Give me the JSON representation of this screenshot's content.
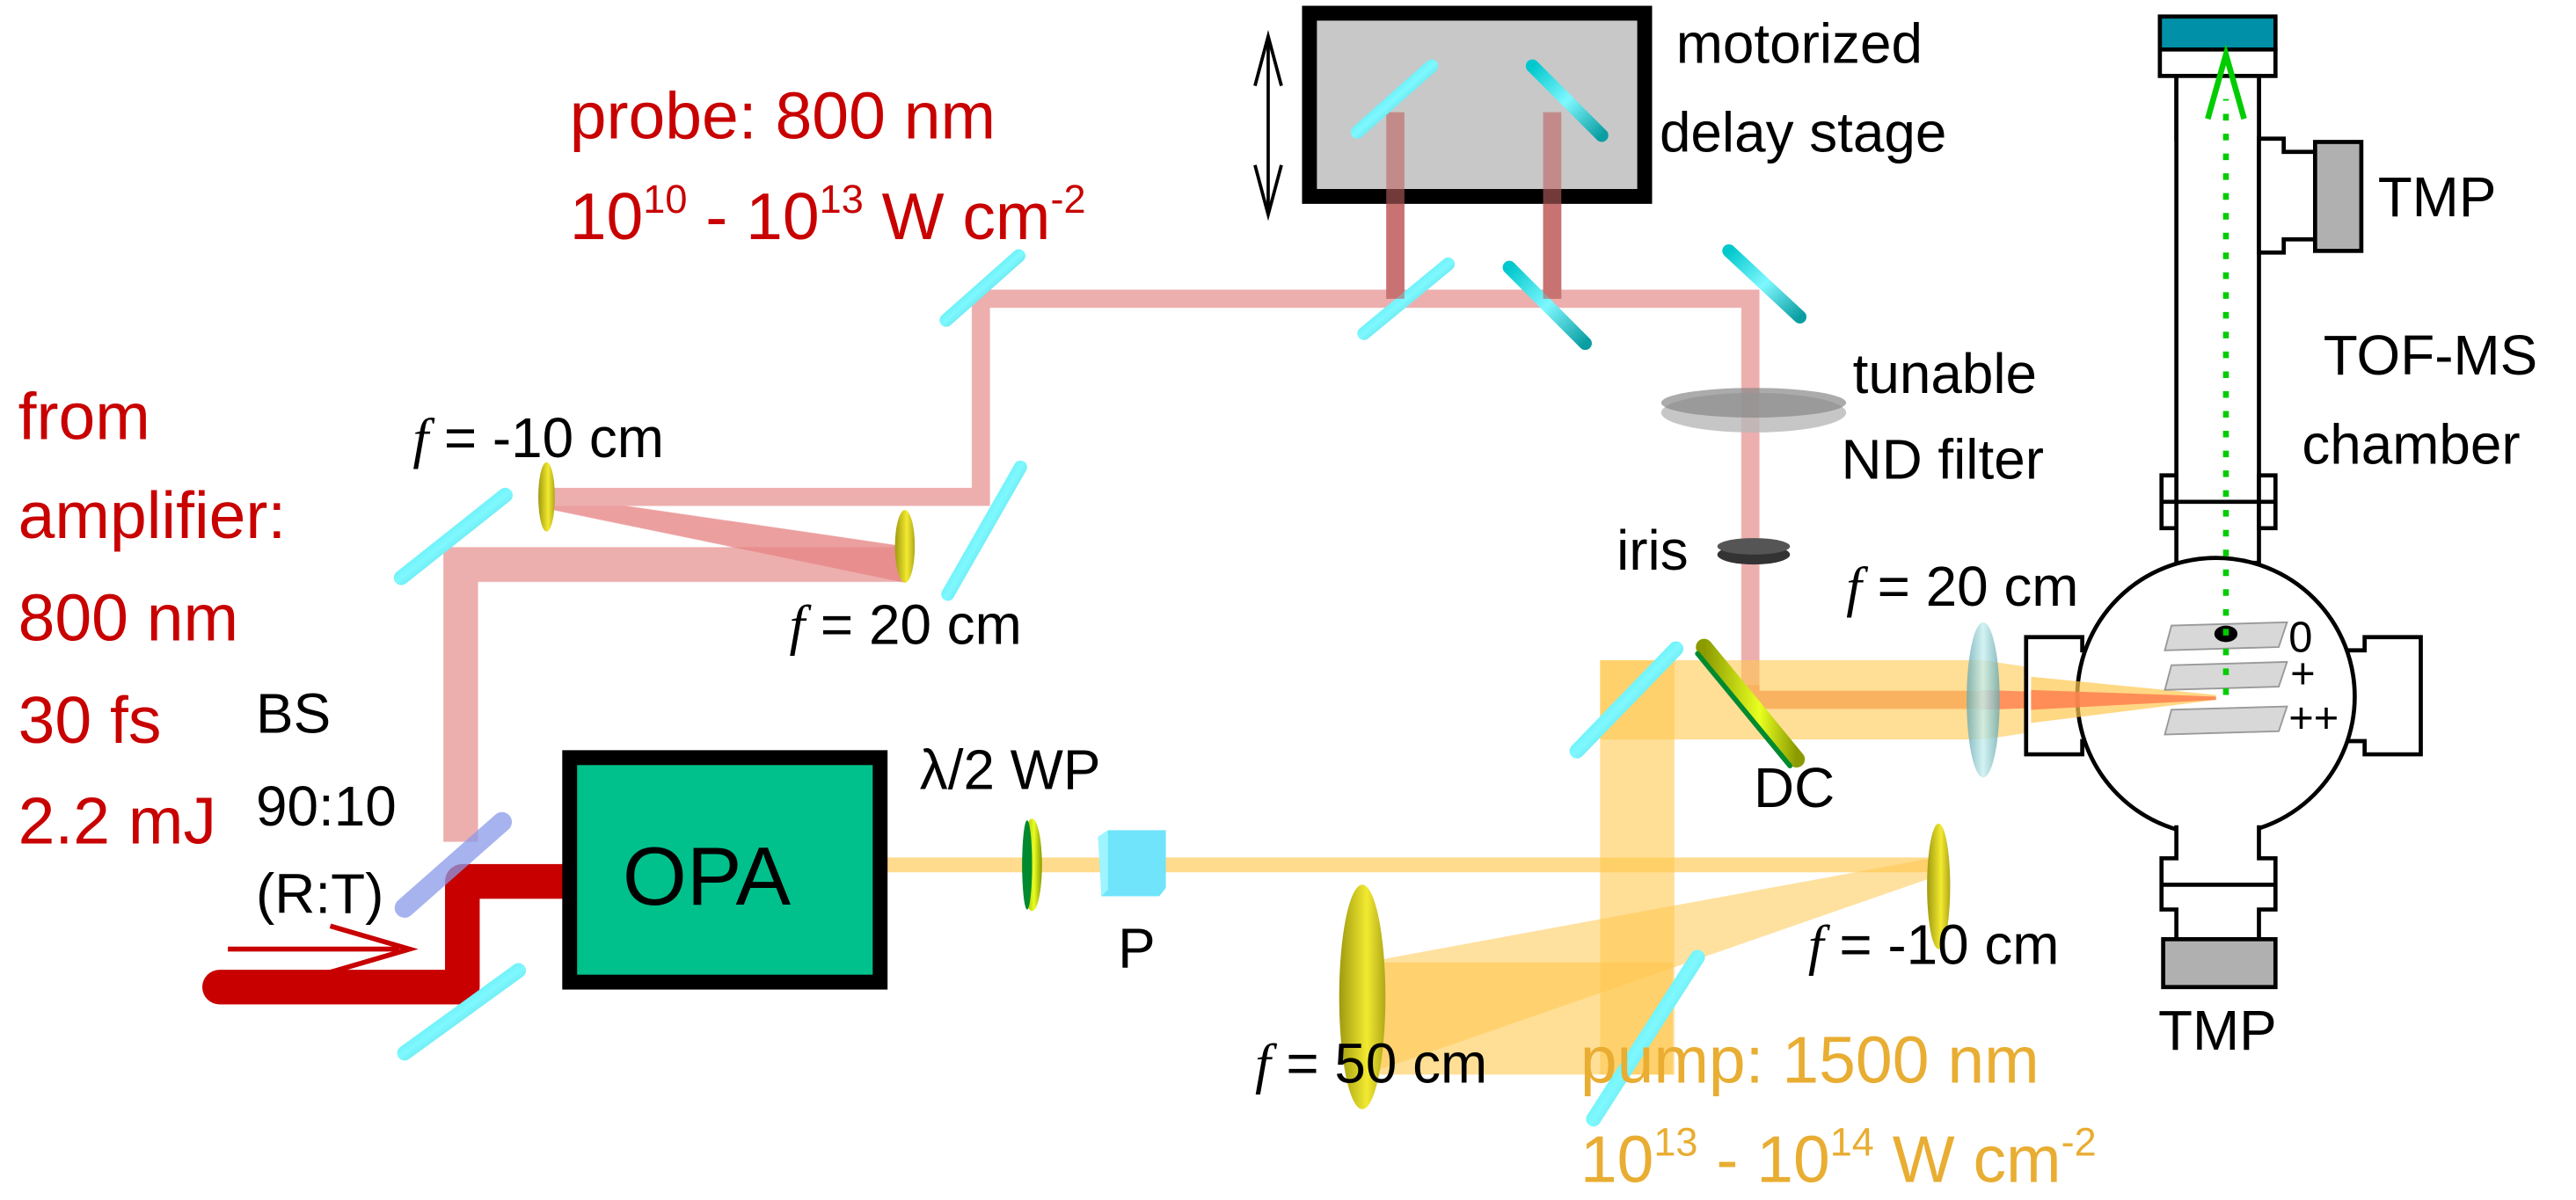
{
  "figure": {
    "title": "Pump-probe setup with TOF-MS chamber",
    "colors": {
      "probe_text": "#c80000",
      "pump_text": "#e8ad32",
      "amplifier_beam": "#c80000",
      "probe_beam": "#eaa0a0",
      "pump_beam": "#ffc850",
      "mirror": "#1fc8cc",
      "lens": "#d8c820",
      "opa_fill": "#00c08c",
      "stage_fill": "#c8c8c8",
      "tmp_fill": "#b0b0b0",
      "detector_fill": "#0090a8",
      "ion_path": "#00cc00"
    }
  },
  "source": {
    "line1": "from",
    "line2": "amplifier:",
    "line3": "800 nm",
    "line4": "30 fs",
    "line5": "2.2 mJ"
  },
  "beamsplitter": {
    "line1": "BS",
    "line2": "90:10",
    "line3": "(R:T)"
  },
  "opa": {
    "label": "OPA"
  },
  "probe": {
    "title": "probe: 800 nm",
    "intensity_base1": "10",
    "intensity_exp1": "10",
    "intensity_sep": " - 10",
    "intensity_exp2": "13",
    "intensity_unit": " W cm",
    "intensity_unit_exp": "-2"
  },
  "pump": {
    "title": "pump: 1500 nm",
    "intensity_base1": "10",
    "intensity_exp1": "13",
    "intensity_sep": " - 10",
    "intensity_exp2": "14",
    "intensity_unit": " W cm",
    "intensity_unit_exp": "-2"
  },
  "delay_stage": {
    "line1": "motorized",
    "line2": "delay stage"
  },
  "nd_filter": {
    "line1": "tunable",
    "line2": "ND filter"
  },
  "iris": {
    "label": "iris"
  },
  "dichroic": {
    "label": "DC"
  },
  "waveplate": {
    "label": "λ/2 WP"
  },
  "polarizer": {
    "label": "P"
  },
  "lenses": {
    "probe_neg": {
      "f": "f",
      "value": " = -10 cm"
    },
    "probe_pos": {
      "f": "f",
      "value": " = 20 cm"
    },
    "focus": {
      "f": "f",
      "value": " = 20 cm"
    },
    "pump_neg": {
      "f": "f",
      "value": " = -10 cm"
    },
    "pump_pos": {
      "f": "f",
      "value": " = 50 cm"
    }
  },
  "chamber": {
    "line1": "TOF-MS",
    "line2": "chamber",
    "tmp_top": "TMP",
    "tmp_bottom": "TMP",
    "plate_labels": [
      "0",
      "+",
      "++"
    ]
  }
}
